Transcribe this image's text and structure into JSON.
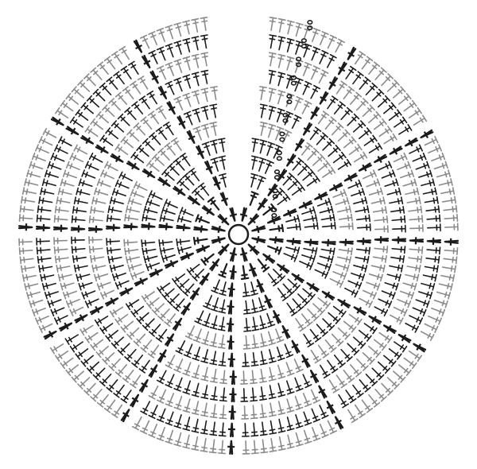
{
  "diagram": {
    "kind": "crochet-chart",
    "pattern": "round",
    "center": "magic-ring",
    "rounds": 12,
    "segments": 12,
    "symbols": {
      "center": "magic-ring-circle",
      "stitch": "double-crochet-symbol",
      "increase": "v-stitch-increase-symbol",
      "chain": "chain-symbol",
      "start": "round-start-chain-column"
    },
    "colors": {
      "background": "#ffffff",
      "stitch_dark": "#1c1c1c",
      "stitch_light": "#8a8a8a"
    }
  }
}
